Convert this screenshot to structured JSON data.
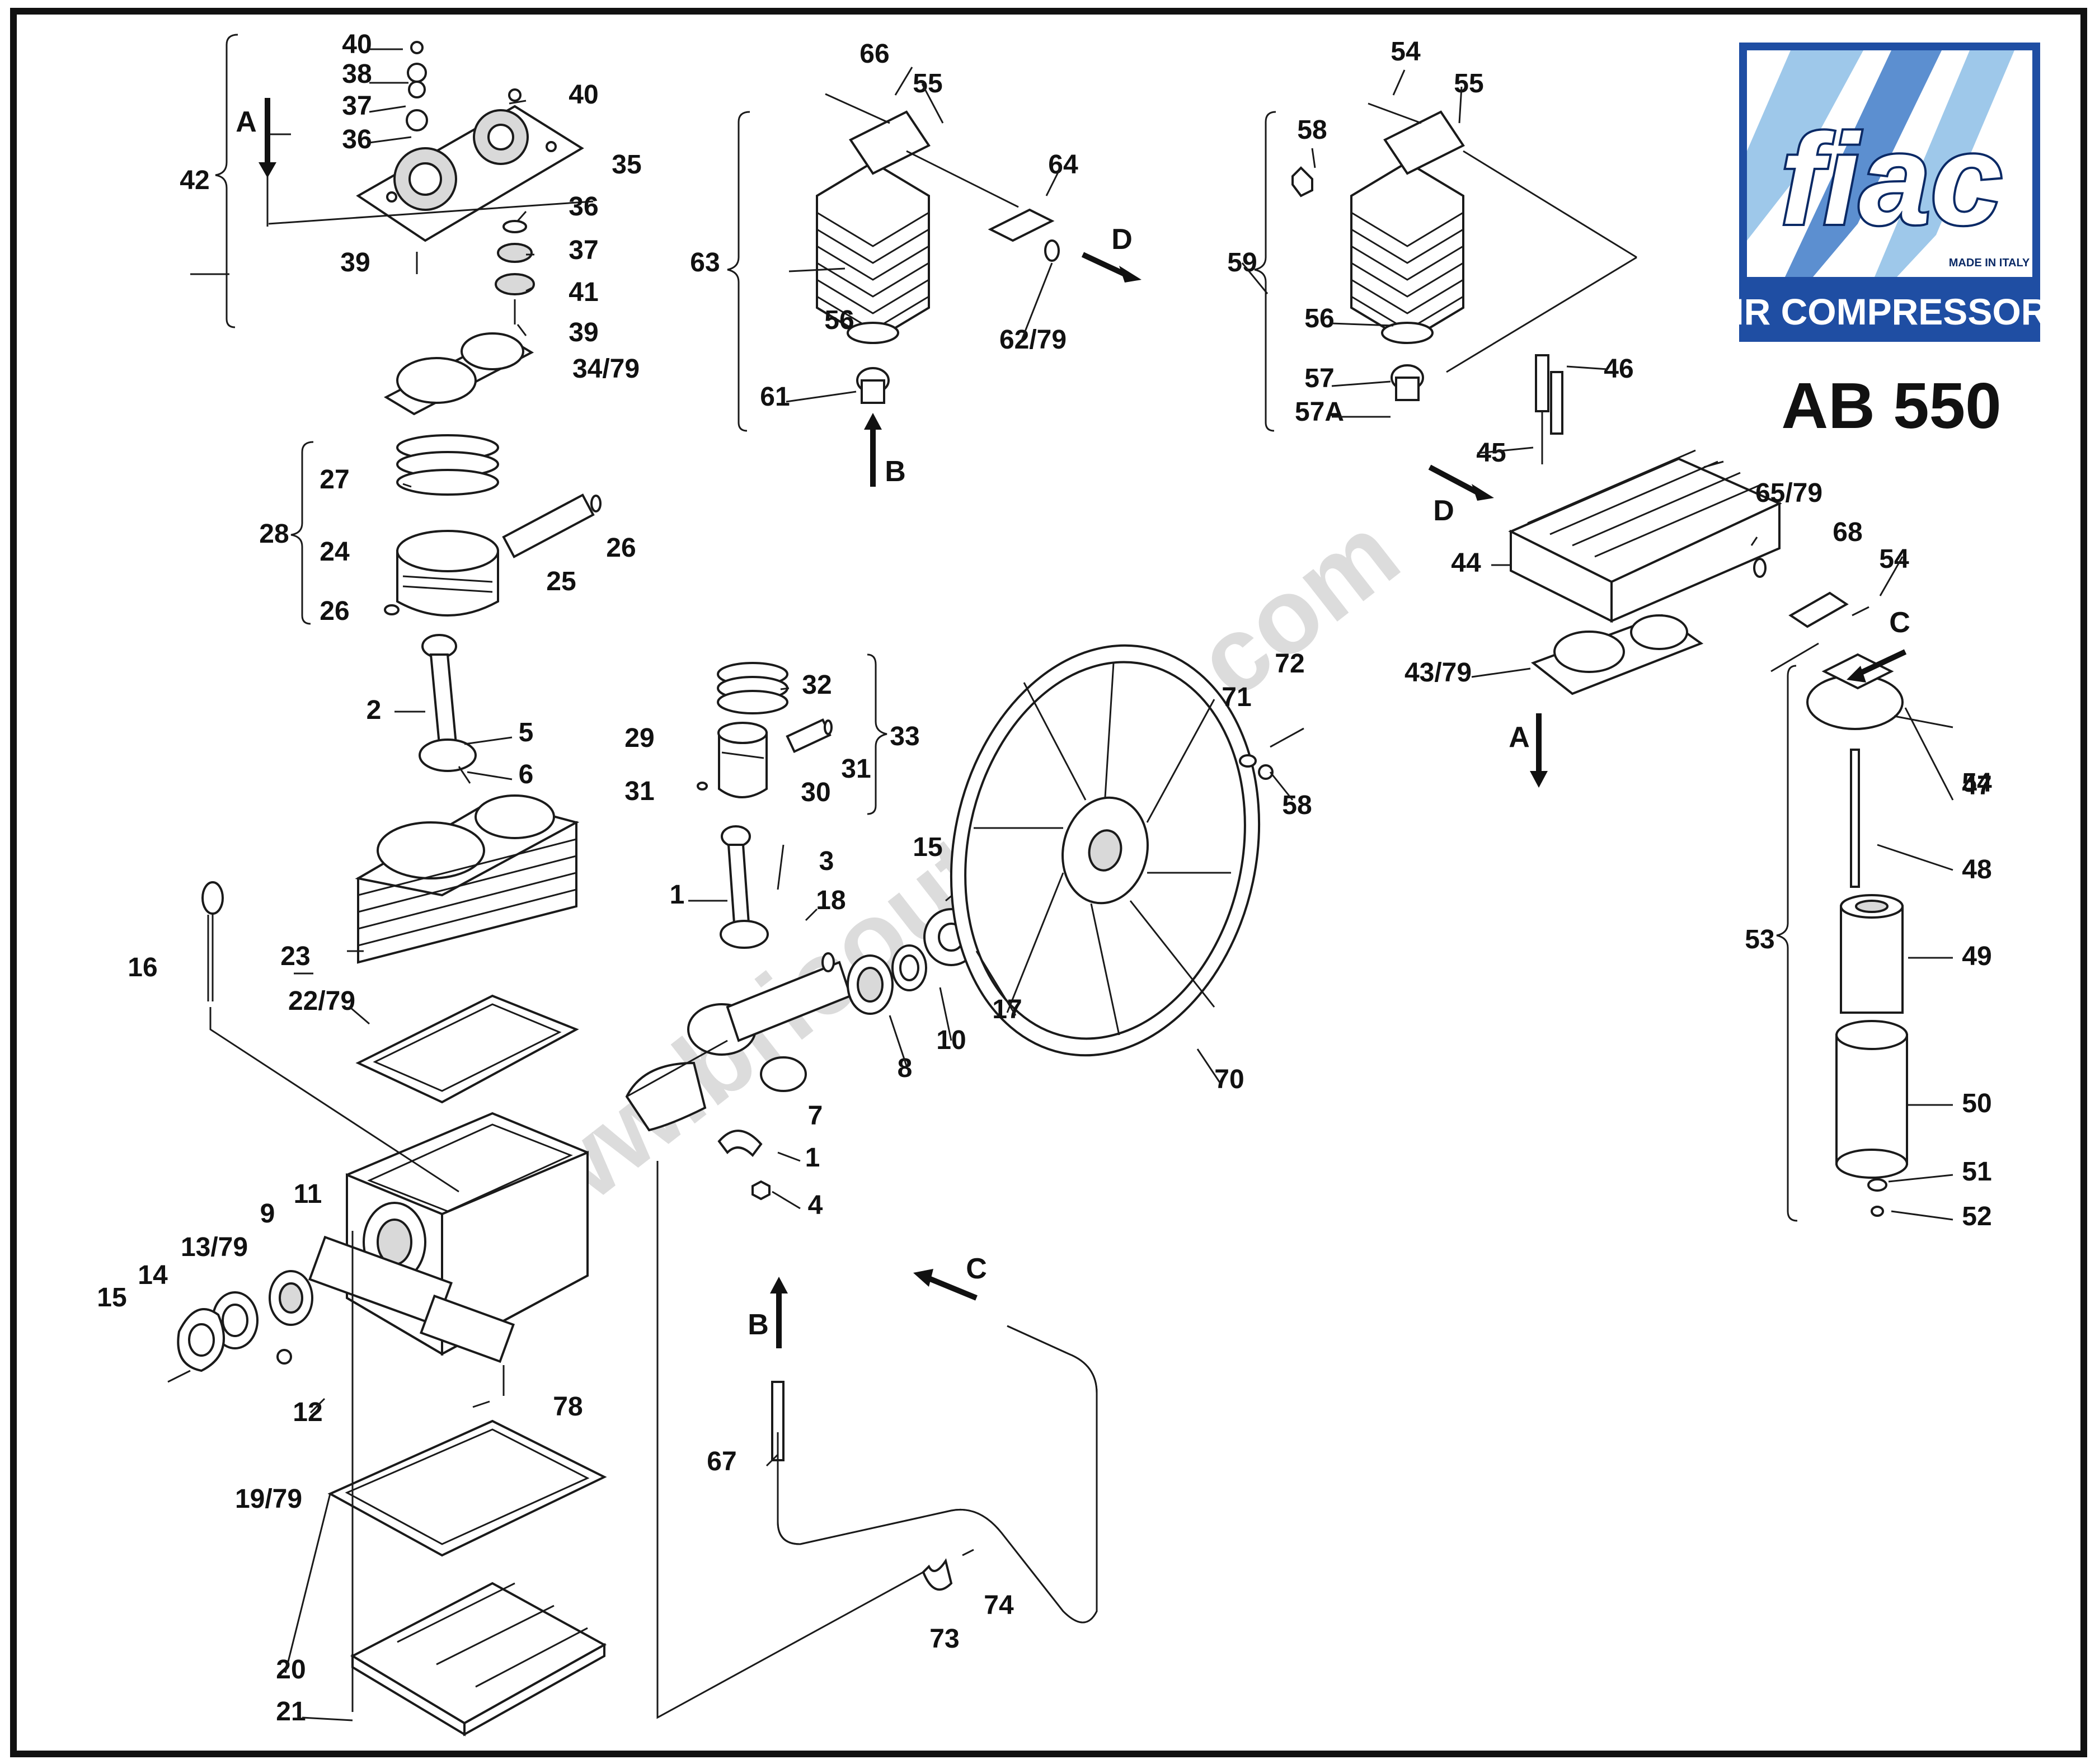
{
  "brand": {
    "logo_text": "fiac",
    "made_in": "MADE IN ITALY",
    "tagline": "AIR COMPRESSORS",
    "colors": {
      "frame": "#1f4ea3",
      "logo_text": "#ffffff",
      "stripe_light": "#9ec8ea",
      "stripe_mid": "#5c8fd0"
    }
  },
  "model": "AB 550",
  "watermark": "www.bricoutensili.com",
  "callouts": [
    "1",
    "1",
    "2",
    "3",
    "4",
    "5",
    "6",
    "7",
    "8",
    "9",
    "10",
    "11",
    "12",
    "13/79",
    "14",
    "15",
    "15",
    "16",
    "17",
    "18",
    "19/79",
    "20",
    "21",
    "22/79",
    "23",
    "24",
    "25",
    "26",
    "26",
    "27",
    "28",
    "29",
    "30",
    "31",
    "31",
    "32",
    "33",
    "34/79",
    "35",
    "36",
    "36",
    "37",
    "37",
    "38",
    "39",
    "39",
    "40",
    "40",
    "41",
    "42",
    "43/79",
    "44",
    "45",
    "46",
    "47",
    "48",
    "49",
    "50",
    "51",
    "52",
    "53",
    "54",
    "54",
    "54",
    "55",
    "55",
    "56",
    "56",
    "57",
    "57A",
    "58",
    "58",
    "59",
    "61",
    "62/79",
    "63",
    "64",
    "65/79",
    "66",
    "67",
    "68",
    "70",
    "71",
    "72",
    "73",
    "74",
    "78"
  ],
  "flow_arrows": [
    "A",
    "A",
    "B",
    "B",
    "C",
    "C",
    "D",
    "D"
  ]
}
